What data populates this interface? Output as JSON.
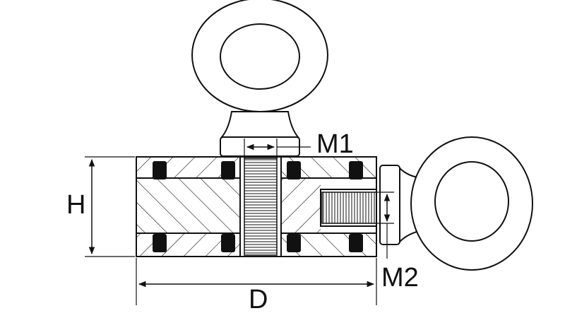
{
  "labels": {
    "height": "H",
    "diameter": "D",
    "thread_top": "M1",
    "thread_side": "M2"
  },
  "colors": {
    "stroke": "#111111",
    "fill": "#ffffff",
    "seal": "#111111"
  }
}
